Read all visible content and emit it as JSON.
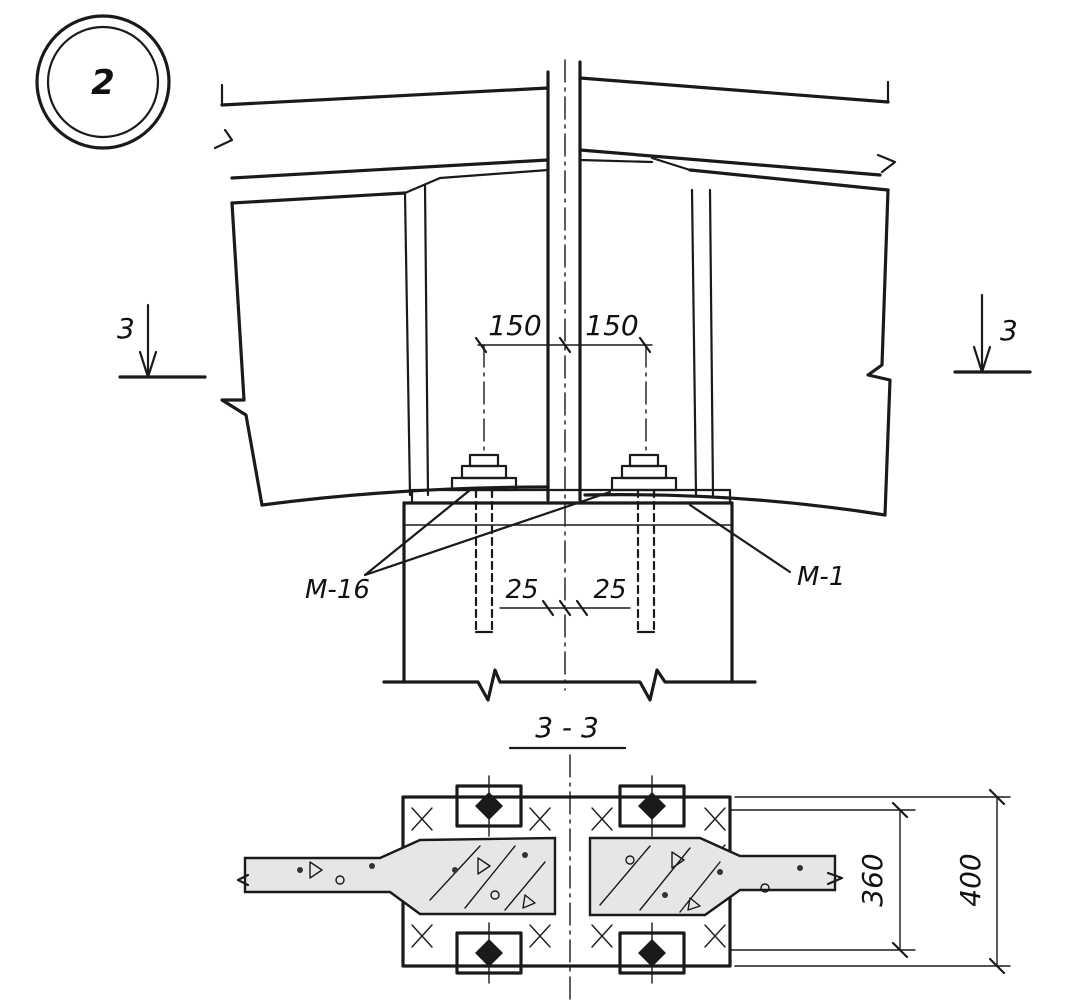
{
  "detail_number": "2",
  "section_mark": "3",
  "section_title": "3 - 3",
  "dims": {
    "bolt_spacing_left": "150",
    "bolt_spacing_right": "150",
    "offset_left": "25",
    "offset_right": "25",
    "inner_width": "360",
    "outer_width": "400"
  },
  "labels": {
    "anchor_bolt": "М-16",
    "plate": "М-1"
  }
}
